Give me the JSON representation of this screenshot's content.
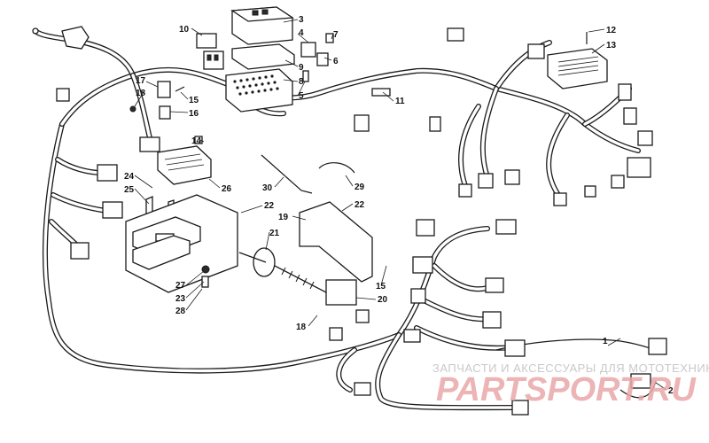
{
  "diagram": {
    "callouts": [
      "1",
      "2",
      "3",
      "4",
      "5",
      "6",
      "7",
      "8",
      "9",
      "10",
      "11",
      "12",
      "13",
      "14",
      "15",
      "16",
      "17",
      "18",
      "19",
      "20",
      "21",
      "22",
      "23",
      "24",
      "25",
      "26",
      "27",
      "28",
      "29",
      "30"
    ],
    "duplicate_callouts": {
      "callout_15b": "15",
      "callout_18b": "18",
      "callout_22b": "22"
    }
  },
  "watermark": {
    "text": "ЗАПЧАСТИ И АКСЕССУАРЫ ДЛЯ МОТОТЕХНИКИ",
    "logo": "PARTSPORT.RU",
    "color": "#e07b80"
  }
}
